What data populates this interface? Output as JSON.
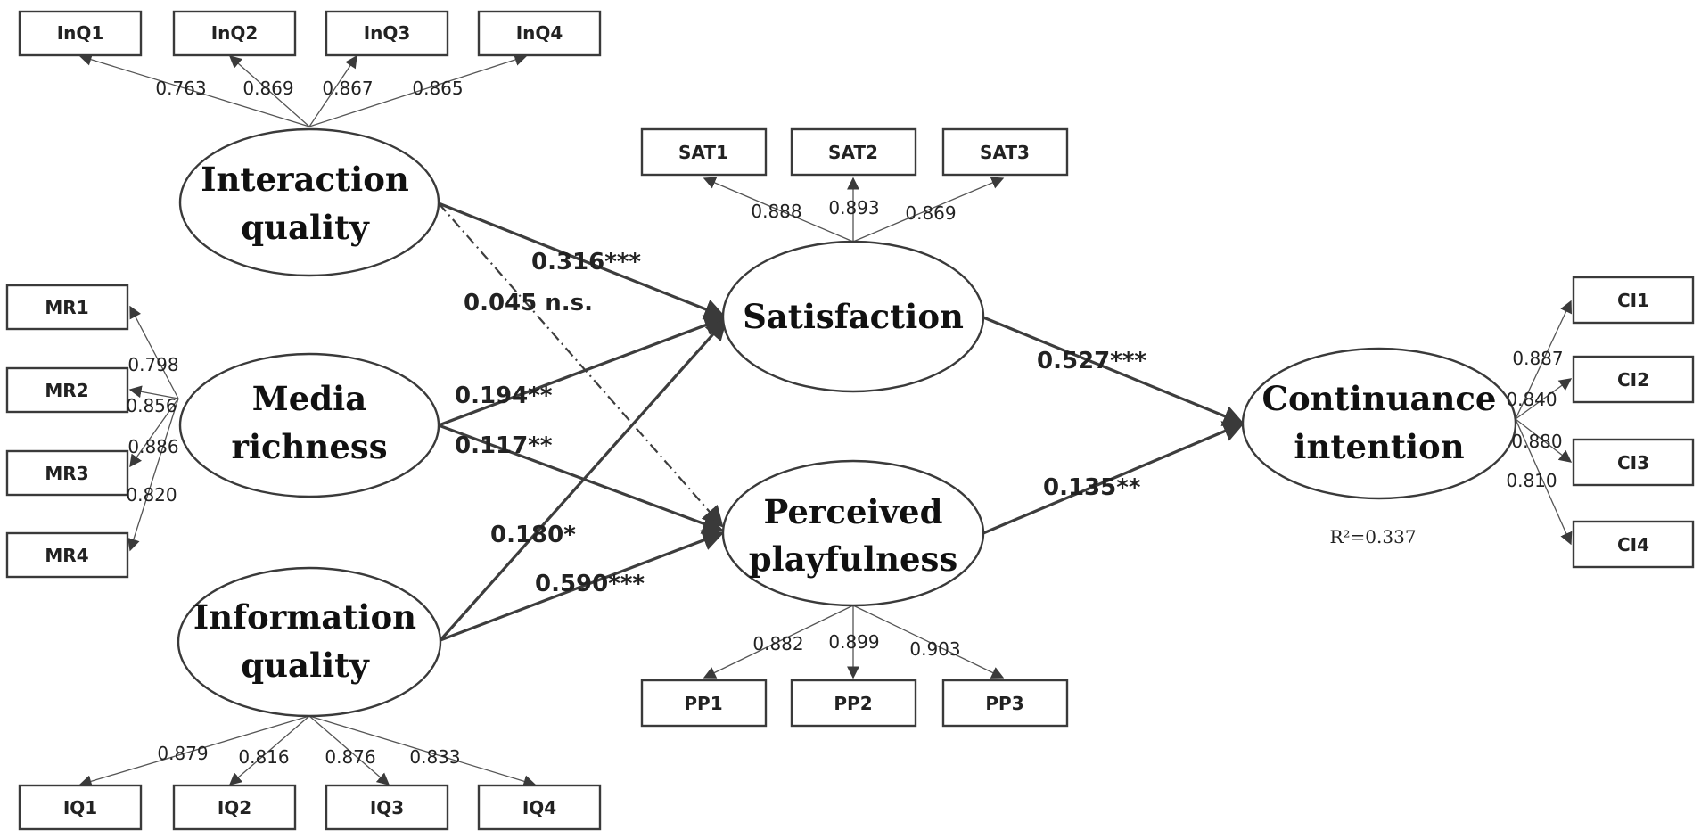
{
  "indicators": {
    "InQ1": "InQ1",
    "InQ2": "InQ2",
    "InQ3": "InQ3",
    "InQ4": "InQ4",
    "MR1": "MR1",
    "MR2": "MR2",
    "MR3": "MR3",
    "MR4": "MR4",
    "IQ1": "IQ1",
    "IQ2": "IQ2",
    "IQ3": "IQ3",
    "IQ4": "IQ4",
    "SAT1": "SAT1",
    "SAT2": "SAT2",
    "SAT3": "SAT3",
    "PP1": "PP1",
    "PP2": "PP2",
    "PP3": "PP3",
    "CI1": "CI1",
    "CI2": "CI2",
    "CI3": "CI3",
    "CI4": "CI4"
  },
  "latents": {
    "interaction_quality": [
      "Interaction",
      "quality"
    ],
    "media_richness": [
      "Media",
      "richness"
    ],
    "information_quality": [
      "Information",
      "quality"
    ],
    "satisfaction": [
      "Satisfaction"
    ],
    "perceived_playfulness": [
      "Perceived",
      "playfulness"
    ],
    "continuance_intention": [
      "Continuance",
      "intention"
    ]
  },
  "loadings": {
    "InQ1": "0.763",
    "InQ2": "0.869",
    "InQ3": "0.867",
    "InQ4": "0.865",
    "MR1": "0.798",
    "MR2": "0.856",
    "MR3": "0.886",
    "MR4": "0.820",
    "IQ1": "0.879",
    "IQ2": "0.816",
    "IQ3": "0.876",
    "IQ4": "0.833",
    "SAT1": "0.888",
    "SAT2": "0.893",
    "SAT3": "0.869",
    "PP1": "0.882",
    "PP2": "0.899",
    "PP3": "0.903",
    "CI1": "0.887",
    "CI2": "0.840",
    "CI3": "0.880",
    "CI4": "0.810"
  },
  "paths": {
    "interaction_to_satisfaction": "0.316***",
    "interaction_to_playfulness": "0.045 n.s.",
    "media_to_satisfaction": "0.194**",
    "media_to_playfulness": "0.117**",
    "information_to_satisfaction": "0.180*",
    "information_to_playfulness": "0.590***",
    "satisfaction_to_continuance": "0.527***",
    "playfulness_to_continuance": "0.135**"
  },
  "r_squared": "R²=0.337"
}
